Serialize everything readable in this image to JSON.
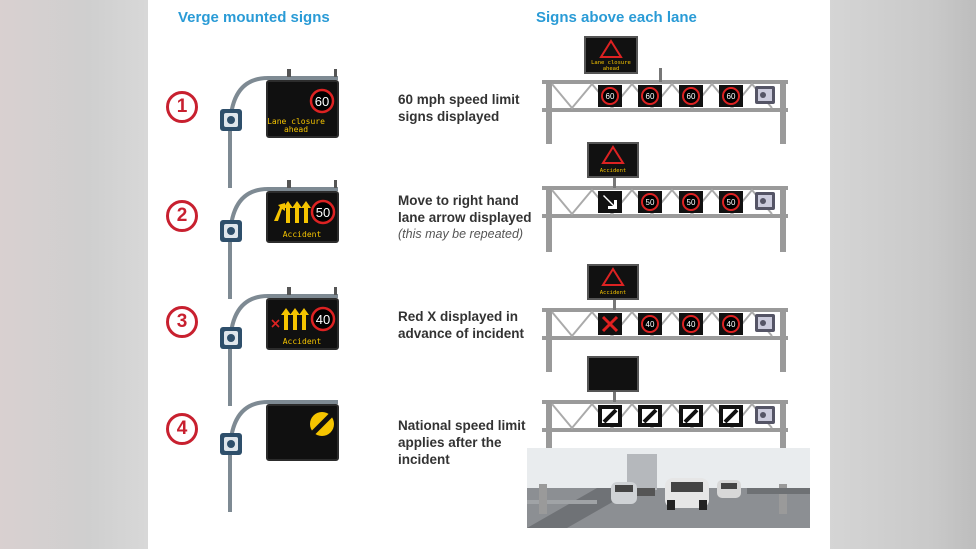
{
  "headings": {
    "verge": "Verge mounted signs",
    "lane": "Signs above each lane"
  },
  "steps": [
    {
      "number": "1",
      "verge_speed": "60",
      "verge_message": [
        "Lane closure",
        "ahead"
      ],
      "gantry_message": [
        "Lane closure",
        "ahead"
      ],
      "lane_signs": [
        "60",
        "60",
        "60",
        "60"
      ],
      "description": "60 mph speed limit signs displayed",
      "note": ""
    },
    {
      "number": "2",
      "verge_speed": "50",
      "verge_message": [
        "Accident"
      ],
      "gantry_message": [
        "Accident"
      ],
      "lane_signs": [
        "arrow",
        "50",
        "50",
        "50"
      ],
      "description": "Move to right hand lane arrow displayed",
      "note": "(this may be repeated)"
    },
    {
      "number": "3",
      "verge_speed": "40",
      "verge_message": [
        "Accident"
      ],
      "gantry_message": [
        "Accident"
      ],
      "lane_signs": [
        "x",
        "40",
        "40",
        "40"
      ],
      "description": "Red X displayed in advance of incident",
      "note": ""
    },
    {
      "number": "4",
      "verge_speed": "",
      "verge_message": [],
      "gantry_message": [],
      "lane_signs": [
        "nsl",
        "nsl",
        "nsl",
        "nsl"
      ],
      "description": "National speed limit applies after the incident",
      "note": ""
    }
  ],
  "colors": {
    "heading": "#2a9bd6",
    "number_ring": "#c8202f",
    "matrix_text": "#f5c400",
    "sign_background": "#101010"
  }
}
